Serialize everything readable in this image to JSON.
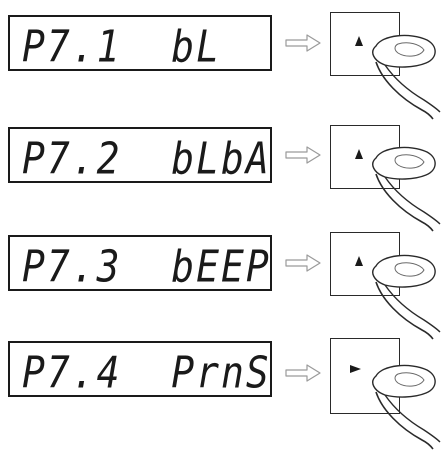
{
  "steps": [
    {
      "display": "P7.1  bL",
      "key_icon": "up-triangle-icon"
    },
    {
      "display": "P7.2  bLbA",
      "key_icon": "up-triangle-icon"
    },
    {
      "display": "P7.3  bEEP",
      "key_icon": "up-triangle-icon"
    },
    {
      "display": "P7.4  PrnS",
      "key_icon": "right-triangle-icon"
    }
  ],
  "colors": {
    "ink": "#1a1a1a",
    "arrow": "#9a9a9a",
    "background": "#ffffff"
  }
}
